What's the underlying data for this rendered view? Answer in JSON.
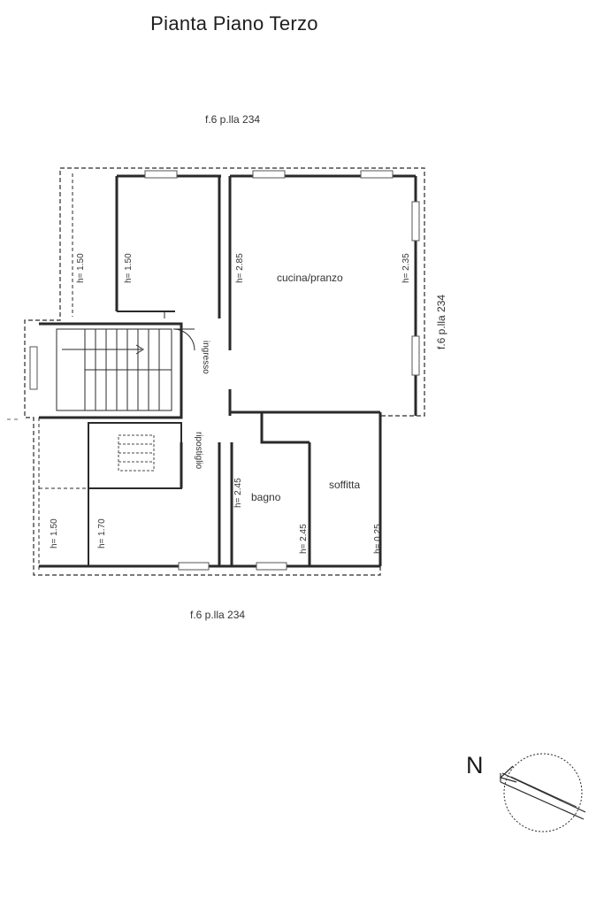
{
  "title": "Pianta Piano Terzo",
  "refs": {
    "top": "f.6 p.lla 234",
    "right": "f.6 p.lla 234",
    "bottom": "f.6 p.lla 234"
  },
  "rooms": {
    "kitchen": "cucina/pranzo",
    "bath": "bagno",
    "attic": "soffitta",
    "corridor": "ingresso",
    "storage": "ripostiglio"
  },
  "heights": {
    "h1": "h= 1.50",
    "h2": "h= 1.50",
    "h3": "h= 2.85",
    "h4": "h= 2.35",
    "h5": "h= 2.45",
    "h6": "h= 2.45",
    "h7": "h= 0.25",
    "h8": "h= 1.50",
    "h9": "h= 1.70"
  },
  "compass": {
    "letter": "N"
  },
  "colors": {
    "line": "#2a2a2a",
    "window": "#555555"
  }
}
